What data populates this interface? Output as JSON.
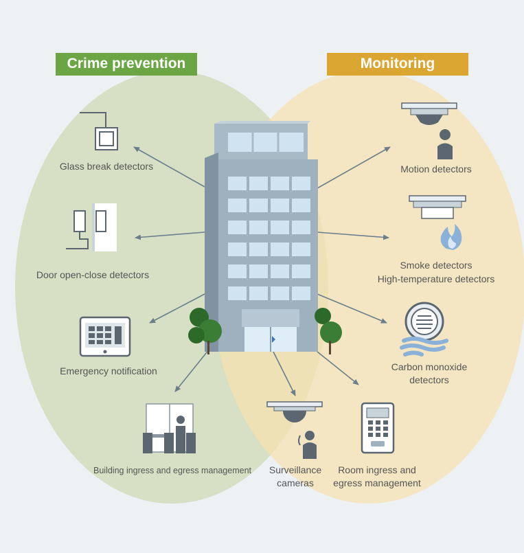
{
  "headers": {
    "crime_prevention": "Crime prevention",
    "monitoring": "Monitoring"
  },
  "items": {
    "glass_break": "Glass break detectors",
    "door_open_close": "Door open-close detectors",
    "emergency_notification": "Emergency notification",
    "building_ingress": "Building ingress and egress management",
    "surveillance_line1": "Surveillance",
    "surveillance_line2": "cameras",
    "room_ingress_line1": "Room ingress and",
    "room_ingress_line2": "egress management",
    "motion": "Motion detectors",
    "smoke_line1": "Smoke detectors",
    "smoke_line2": "High-temperature detectors",
    "co_line1": "Carbon monoxide",
    "co_line2": "detectors"
  },
  "colors": {
    "background": "#eef1f4",
    "crime_region": "#cbd5aa",
    "monitoring_region": "#f5e2b2",
    "crime_header": "#6ba544",
    "monitoring_header": "#dba531",
    "building": "#9fb1bf",
    "window": "#cfe4f0",
    "tree": "#2d6a2a",
    "arrow": "#6a7e8c"
  }
}
